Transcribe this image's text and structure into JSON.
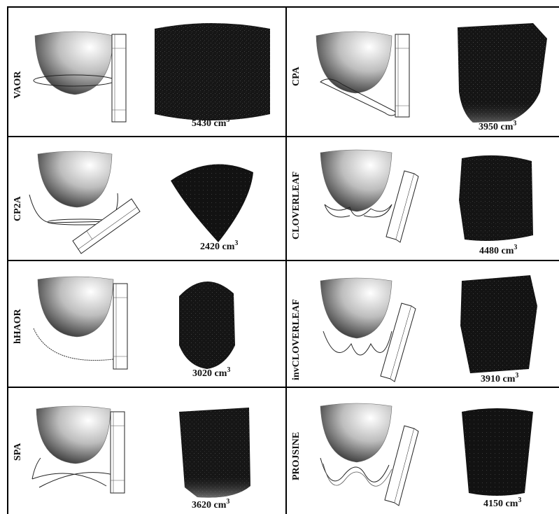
{
  "figure": {
    "panels": [
      {
        "id": "vaor",
        "label": "VAOR",
        "volume": "5430 cm",
        "exponent": "3",
        "shape": "cylinder",
        "array": "vertical"
      },
      {
        "id": "cpa",
        "label": "CPA",
        "volume": "3950 cm",
        "exponent": "3",
        "shape": "cpa",
        "array": "vertical"
      },
      {
        "id": "cp2a",
        "label": "CP2A",
        "volume": "2420 cm",
        "exponent": "3",
        "shape": "fan",
        "array": "tilted-long"
      },
      {
        "id": "cloverleaf",
        "label": "CLOVERLEAF",
        "volume": "4480 cm",
        "exponent": "3",
        "shape": "cloverleaf",
        "array": "tilted"
      },
      {
        "id": "hhaor",
        "label": "hHAOR",
        "volume": "3020 cm",
        "exponent": "3",
        "shape": "dome",
        "array": "vertical"
      },
      {
        "id": "invcloverleaf",
        "label": "invCLOVERLEAF",
        "volume": "3910 cm",
        "exponent": "3",
        "shape": "invcloverleaf",
        "array": "tilted"
      },
      {
        "id": "spa",
        "label": "SPA",
        "volume": "3620 cm",
        "exponent": "3",
        "shape": "spa",
        "array": "vertical"
      },
      {
        "id": "projsine",
        "label": "PROJSINE",
        "volume": "4150 cm",
        "exponent": "3",
        "shape": "trapezoid",
        "array": "tilted"
      }
    ]
  }
}
